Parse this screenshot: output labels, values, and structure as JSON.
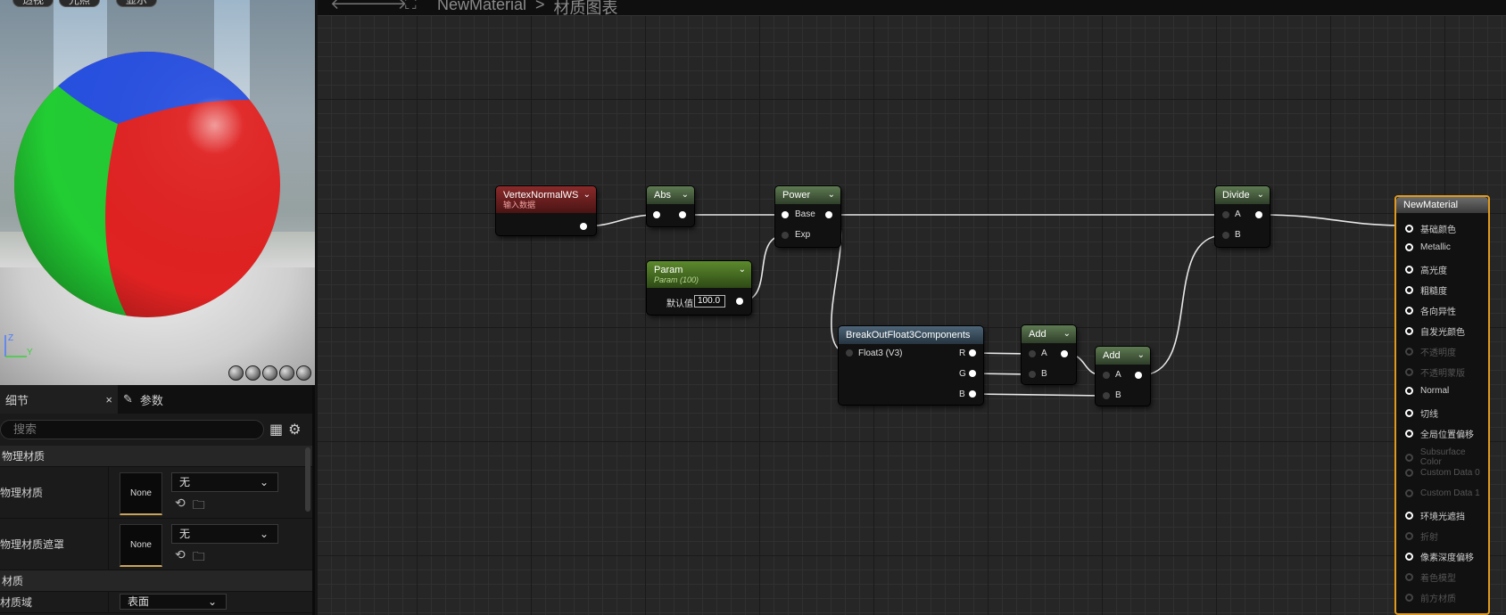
{
  "viewport": {
    "top_buttons": [
      "透视",
      "光照",
      "显示"
    ],
    "axis_labels": {
      "z": "Z",
      "y": "Y"
    }
  },
  "details": {
    "tab_details": "细节",
    "tab_close": "×",
    "tab_params": "参数",
    "search_placeholder": "搜索",
    "section_physical": "物理材质",
    "row1_label": "物理材质",
    "row1_thumb": "None",
    "row1_value": "无",
    "row2_label": "物理材质遮罩",
    "row2_thumb": "None",
    "row2_value": "无",
    "section_material": "材质",
    "row3_label": "材质域",
    "row3_value": "表面"
  },
  "graph": {
    "breadcrumb_asset": "NewMaterial",
    "breadcrumb_sep": ">",
    "breadcrumb_graph": "材质图表",
    "nodes": {
      "vertex": {
        "title": "VertexNormalWS",
        "subtitle": "输入数据"
      },
      "abs": {
        "title": "Abs"
      },
      "power": {
        "title": "Power",
        "pin_base": "Base",
        "pin_exp": "Exp"
      },
      "param": {
        "title": "Param",
        "subtitle": "Param (100)",
        "default_label": "默认值",
        "default_value": "100.0"
      },
      "breakout": {
        "title": "BreakOutFloat3Components",
        "pin_in": "Float3 (V3)",
        "pin_r": "R",
        "pin_g": "G",
        "pin_b": "B"
      },
      "add1": {
        "title": "Add",
        "pin_a": "A",
        "pin_b": "B"
      },
      "add2": {
        "title": "Add",
        "pin_a": "A",
        "pin_b": "B"
      },
      "divide": {
        "title": "Divide",
        "pin_a": "A",
        "pin_b": "B"
      }
    },
    "output": {
      "title": "NewMaterial",
      "pins": [
        {
          "label": "基础颜色",
          "enabled": true
        },
        {
          "label": "Metallic",
          "enabled": true
        },
        {
          "label": "高光度",
          "enabled": true
        },
        {
          "label": "粗糙度",
          "enabled": true
        },
        {
          "label": "各向异性",
          "enabled": true
        },
        {
          "label": "自发光颜色",
          "enabled": true
        },
        {
          "label": "不透明度",
          "enabled": false
        },
        {
          "label": "不透明蒙版",
          "enabled": false
        },
        {
          "label": "Normal",
          "enabled": true
        },
        {
          "label": "切线",
          "enabled": true
        },
        {
          "label": "全局位置偏移",
          "enabled": true
        },
        {
          "label": "Subsurface Color",
          "enabled": false
        },
        {
          "label": "Custom Data 0",
          "enabled": false
        },
        {
          "label": "Custom Data 1",
          "enabled": false
        },
        {
          "label": "环境光遮挡",
          "enabled": true
        },
        {
          "label": "折射",
          "enabled": false
        },
        {
          "label": "像素深度偏移",
          "enabled": true
        },
        {
          "label": "着色模型",
          "enabled": false
        },
        {
          "label": "前方材质",
          "enabled": false
        }
      ]
    }
  },
  "colors": {
    "accent_orange": "#e09a1e",
    "sphere_red": "#e02222",
    "sphere_green": "#22cc33",
    "sphere_blue": "#2850e0"
  }
}
